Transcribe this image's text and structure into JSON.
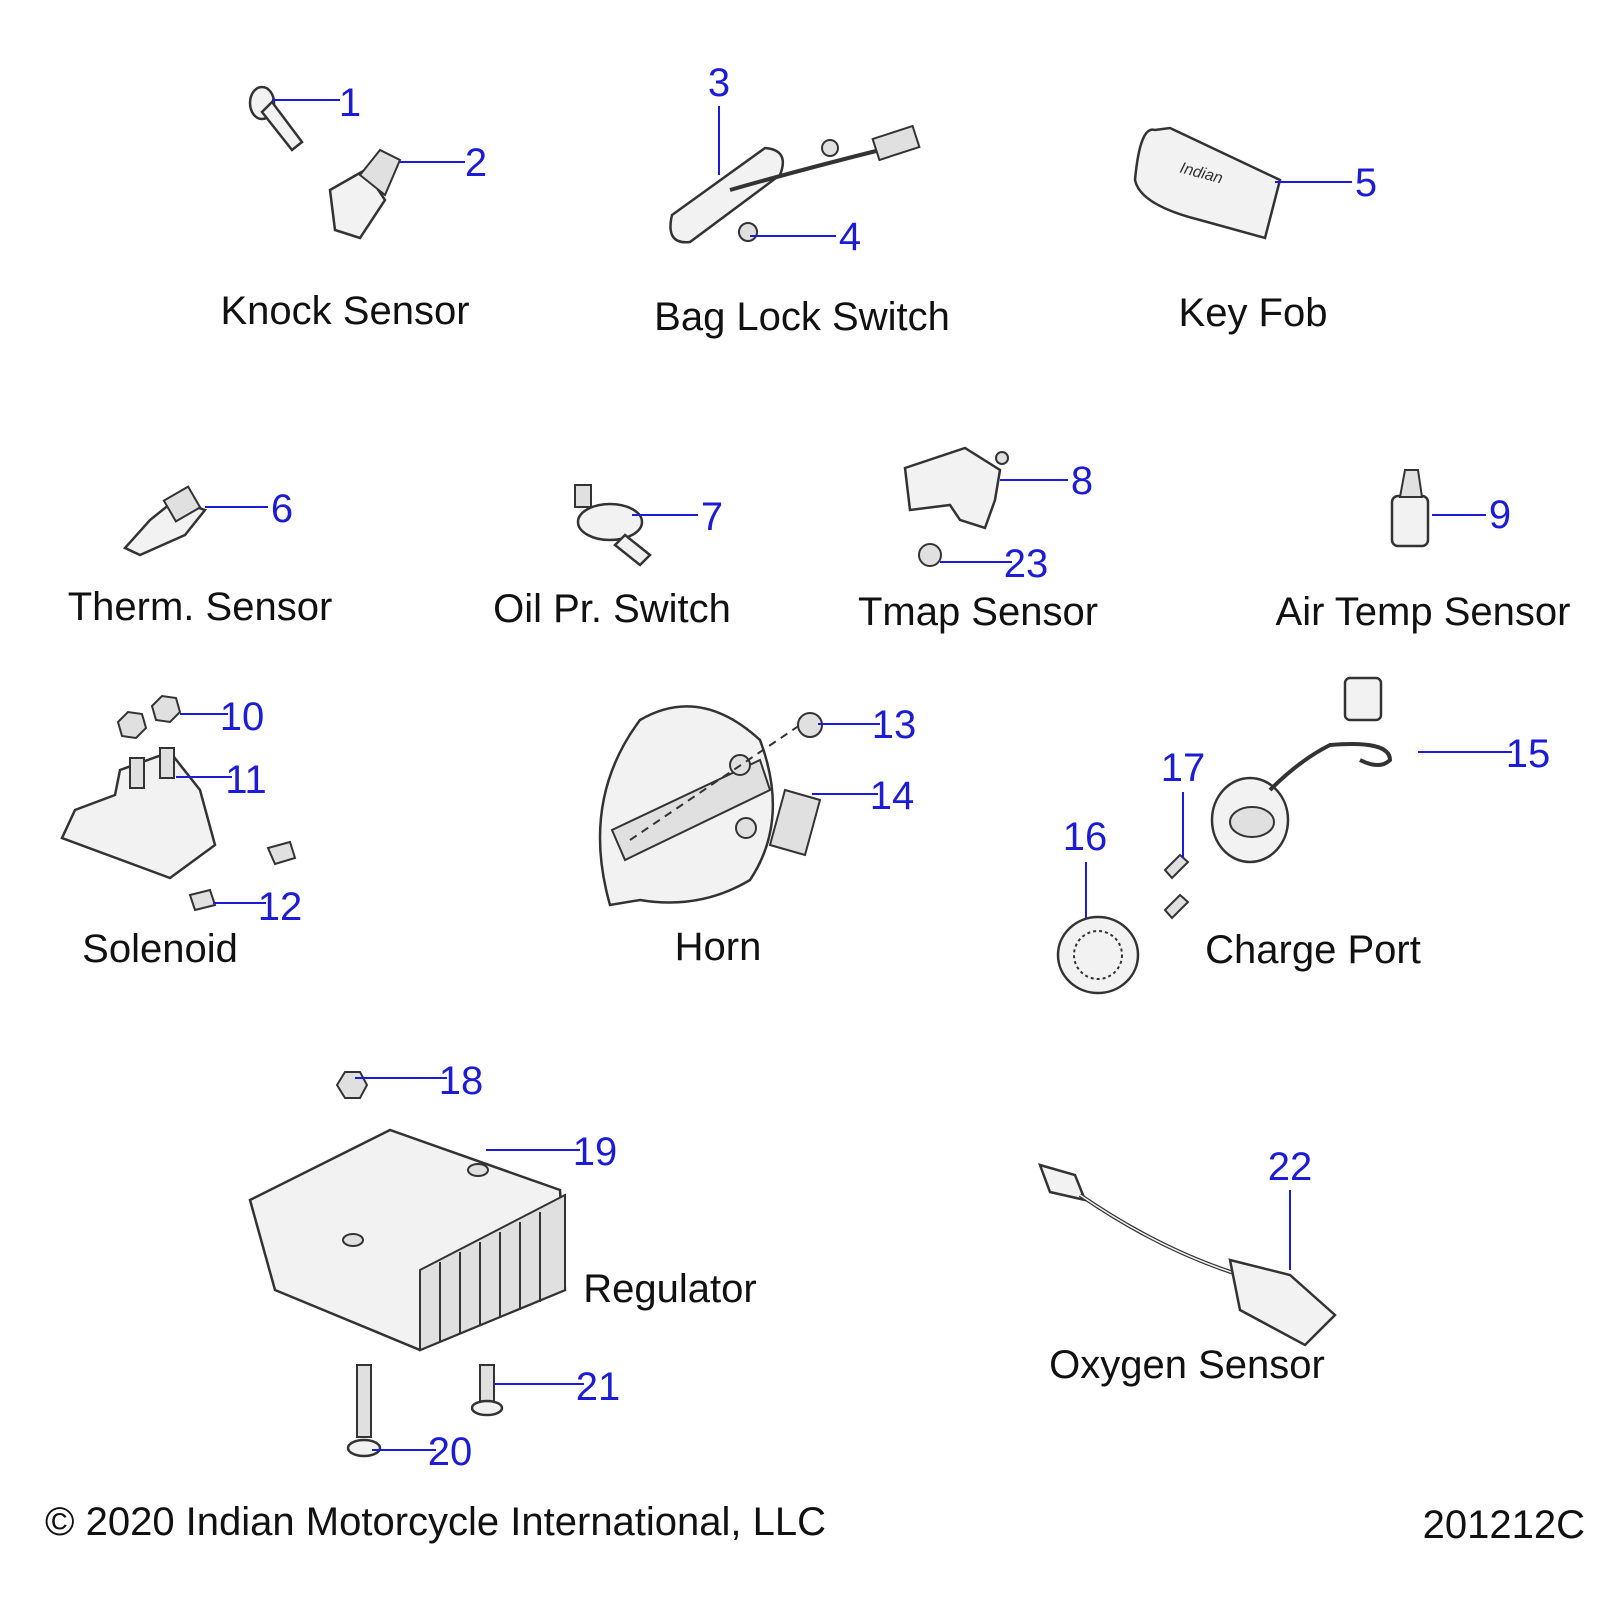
{
  "groups": [
    {
      "id": "knock",
      "label": "Knock Sensor"
    },
    {
      "id": "baglock",
      "label": "Bag Lock Switch"
    },
    {
      "id": "keyfob",
      "label": "Key Fob"
    },
    {
      "id": "therm",
      "label": "Therm. Sensor"
    },
    {
      "id": "oilpr",
      "label": "Oil Pr. Switch"
    },
    {
      "id": "tmap",
      "label": "Tmap Sensor"
    },
    {
      "id": "airtemp",
      "label": "Air Temp Sensor"
    },
    {
      "id": "solenoid",
      "label": "Solenoid"
    },
    {
      "id": "horn",
      "label": "Horn"
    },
    {
      "id": "chargeport",
      "label": "Charge Port"
    },
    {
      "id": "regulator",
      "label": "Regulator"
    },
    {
      "id": "oxygen",
      "label": "Oxygen Sensor"
    }
  ],
  "callouts": [
    "1",
    "2",
    "3",
    "4",
    "5",
    "6",
    "7",
    "8",
    "9",
    "10",
    "11",
    "12",
    "13",
    "14",
    "15",
    "16",
    "17",
    "18",
    "19",
    "20",
    "21",
    "22",
    "23"
  ],
  "footer": {
    "copyright": "© 2020 Indian Motorcycle International, LLC",
    "drawing_number": "201212C"
  },
  "colors": {
    "callout": "#1c1cd6",
    "text": "#111111"
  }
}
